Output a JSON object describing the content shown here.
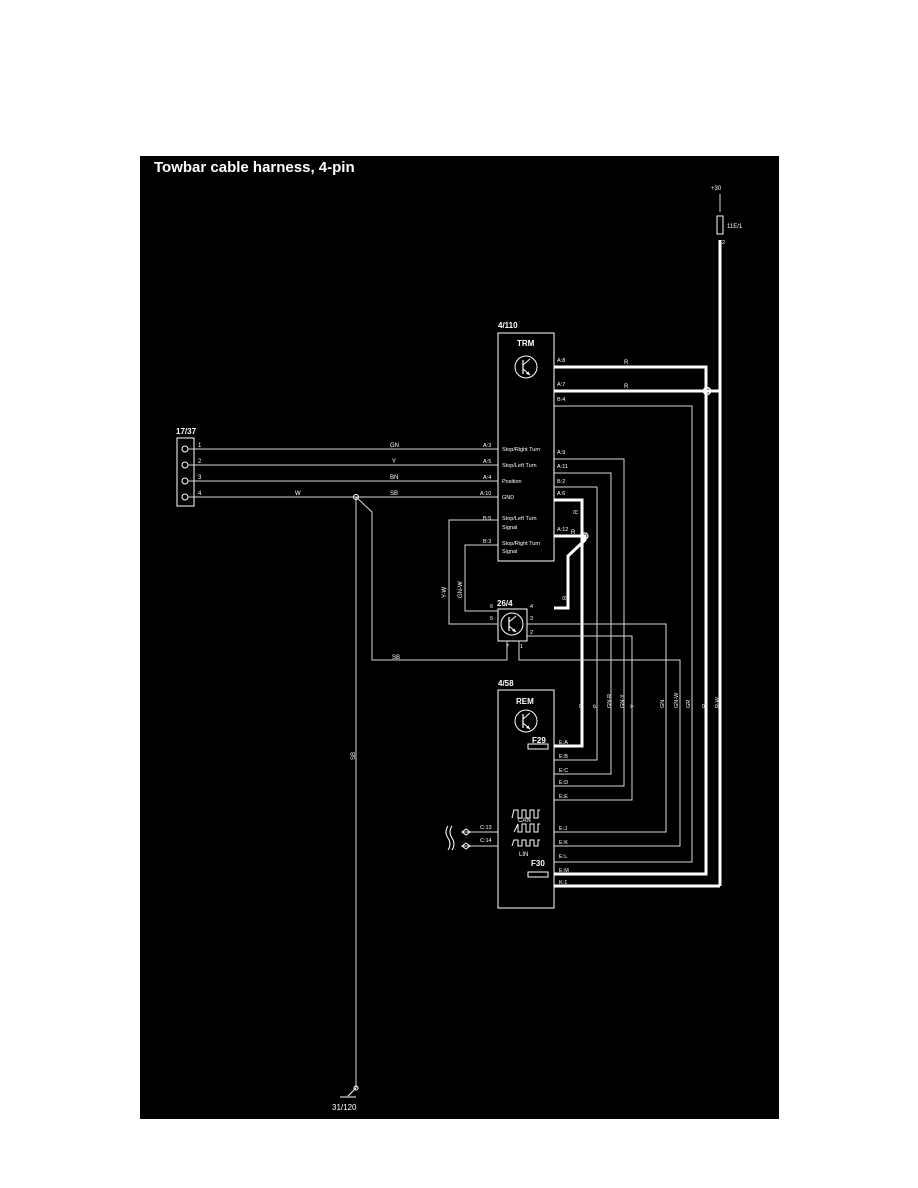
{
  "title": "Towbar cable harness, 4-pin",
  "supply": {
    "label": "+30",
    "fuse": "11E/1",
    "fuse_pin": "2"
  },
  "trm": {
    "id": "4/110",
    "name": "TRM",
    "left_pins": [
      "A:3",
      "A:5",
      "A:4",
      "A:10",
      "B:5",
      "B:3"
    ],
    "left_labels": [
      "Stop/Right Turn",
      "Stop/Left Turn",
      "Position",
      "GND",
      "Stop/Left Turn",
      "Signal",
      "Stop/Right Turn",
      "Signal"
    ],
    "right_pins": [
      "A:8",
      "A:7",
      "B:4",
      "A:9",
      "A:11",
      "B:2",
      "A:6",
      "A:12"
    ]
  },
  "connector": {
    "id": "17/37",
    "pins": [
      "1",
      "2",
      "3",
      "4"
    ]
  },
  "wires": {
    "gn": "GN",
    "y": "Y",
    "bn": "BN",
    "sb": "SB",
    "w": "W",
    "r": "R",
    "yw": "Y-W",
    "gnw": "GN-W",
    "p": "P",
    "gnr": "GN-R",
    "gny": "GN-Y",
    "gr": "GR",
    "rw": "R-W"
  },
  "relay": {
    "id": "26/4",
    "pins": [
      "4",
      "3",
      "2",
      "1",
      "7",
      "6",
      "5"
    ]
  },
  "rem": {
    "id": "4/58",
    "name": "REM",
    "fuse_top": "F29",
    "fuse_bottom": "F30",
    "can": "CAN",
    "lin": "LIN",
    "pins": [
      "E:A",
      "E:B",
      "E:C",
      "E:D",
      "E:E",
      "E:J",
      "E:K",
      "E:L",
      "E:M",
      "K:1"
    ],
    "bus_pins": [
      "C:13",
      "C:14"
    ]
  },
  "ground": {
    "id": "31/120"
  }
}
